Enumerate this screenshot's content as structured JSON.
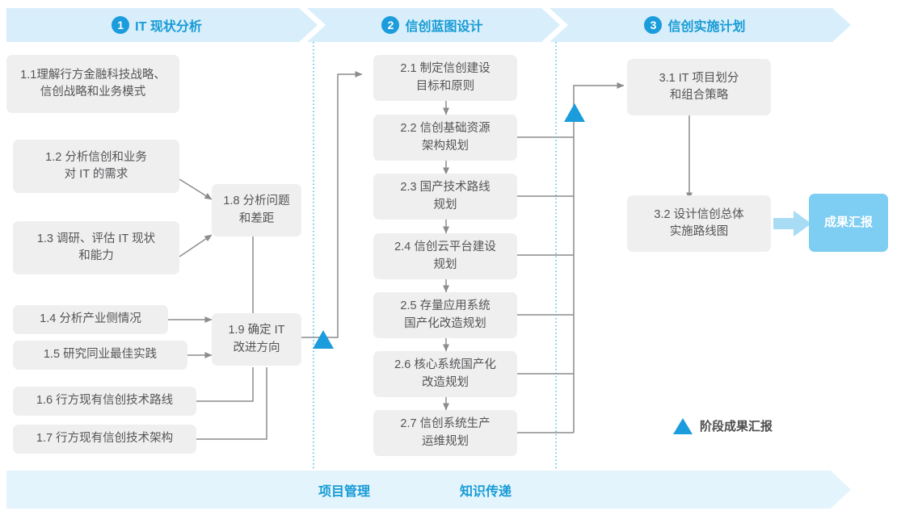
{
  "phases": [
    {
      "num": "1",
      "label": "IT 现状分析"
    },
    {
      "num": "2",
      "label": "信创蓝图设计"
    },
    {
      "num": "3",
      "label": "信创实施计划"
    }
  ],
  "boxes": [
    {
      "id": "1.1",
      "line1": "1.1理解行方金融科技战略、",
      "line2": "信创战略和业务模式"
    },
    {
      "id": "1.2",
      "line1": "1.2 分析信创和业务",
      "line2": "对 IT 的需求"
    },
    {
      "id": "1.3",
      "line1": "1.3 调研、评估 IT 现状",
      "line2": "和能力"
    },
    {
      "id": "1.4",
      "line1": "1.4 分析产业侧情况",
      "line2": ""
    },
    {
      "id": "1.5",
      "line1": "1.5 研究同业最佳实践",
      "line2": ""
    },
    {
      "id": "1.6",
      "line1": "1.6 行方现有信创技术路线",
      "line2": ""
    },
    {
      "id": "1.7",
      "line1": "1.7 行方现有信创技术架构",
      "line2": ""
    },
    {
      "id": "1.8",
      "line1": "1.8 分析问题",
      "line2": "和差距"
    },
    {
      "id": "1.9",
      "line1": "1.9 确定 IT",
      "line2": "改进方向"
    },
    {
      "id": "2.1",
      "line1": "2.1 制定信创建设",
      "line2": "目标和原则"
    },
    {
      "id": "2.2",
      "line1": "2.2 信创基础资源",
      "line2": "架构规划"
    },
    {
      "id": "2.3",
      "line1": "2.3 国产技术路线",
      "line2": "规划"
    },
    {
      "id": "2.4",
      "line1": "2.4 信创云平台建设",
      "line2": "规划"
    },
    {
      "id": "2.5",
      "line1": "2.5 存量应用系统",
      "line2": "国产化改造规划"
    },
    {
      "id": "2.6",
      "line1": "2.6 核心系统国产化",
      "line2": "改造规划"
    },
    {
      "id": "2.7",
      "line1": "2.7 信创系统生产",
      "line2": "运维规划"
    },
    {
      "id": "3.1",
      "line1": "3.1 IT 项目划分",
      "line2": "和组合策略"
    },
    {
      "id": "3.2",
      "line1": "3.2 设计信创总体",
      "line2": "实施路线图"
    }
  ],
  "result_badge": {
    "line1": "成果",
    "line2": "汇报"
  },
  "legend": {
    "label": "阶段成果汇报",
    "marker": "triangle-up-icon"
  },
  "bottom": {
    "labels": [
      "项目管理",
      "知识传递"
    ]
  },
  "colors": {
    "accent": "#169bd5",
    "marker": "#1b9cdc",
    "header_fill": "#d8eefb",
    "bottom_fill": "#e4f4fd",
    "box_fill": "#efefef",
    "box_text": "#555558",
    "badge_fill": "#7ecdf2",
    "connector": "#8c8c8e",
    "divider": "#3ab4e8"
  }
}
